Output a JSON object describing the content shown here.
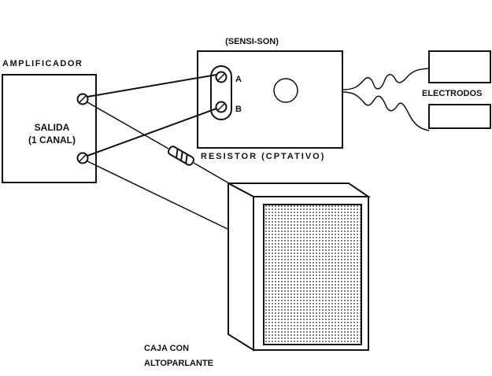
{
  "labels": {
    "amplifier": "AMPLIFICADOR",
    "output": "SALIDA",
    "channel": "(1 CANAL)",
    "device": "(SENSI-SON)",
    "terminal_a": "A",
    "terminal_b": "B",
    "electrodes": "ELECTRODOS",
    "resistor": "RESISTOR (CPTATIVO)",
    "speaker_line1": "CAJA CON",
    "speaker_line2": "ALTOPARLANTE"
  },
  "colors": {
    "ink": "#111111",
    "paper": "#ffffff"
  }
}
